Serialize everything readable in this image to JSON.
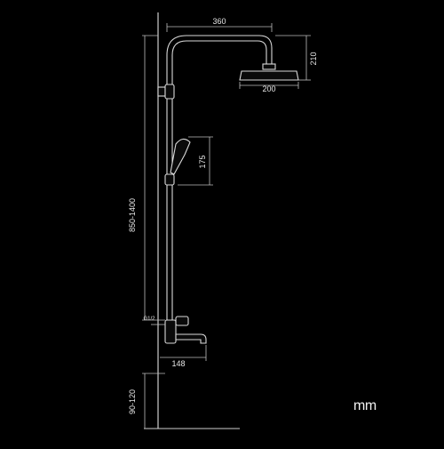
{
  "dimensions": {
    "arm_width": "360",
    "head_height": "210",
    "head_diameter": "200",
    "hand_shower_height": "175",
    "total_height": "850-1400",
    "thread": "G1/2",
    "spout_length": "148",
    "mount_height": "90-120"
  },
  "unit": "mm",
  "colors": {
    "background": "#000000",
    "line": "#d9d9d9",
    "text": "#e6e6e6"
  }
}
